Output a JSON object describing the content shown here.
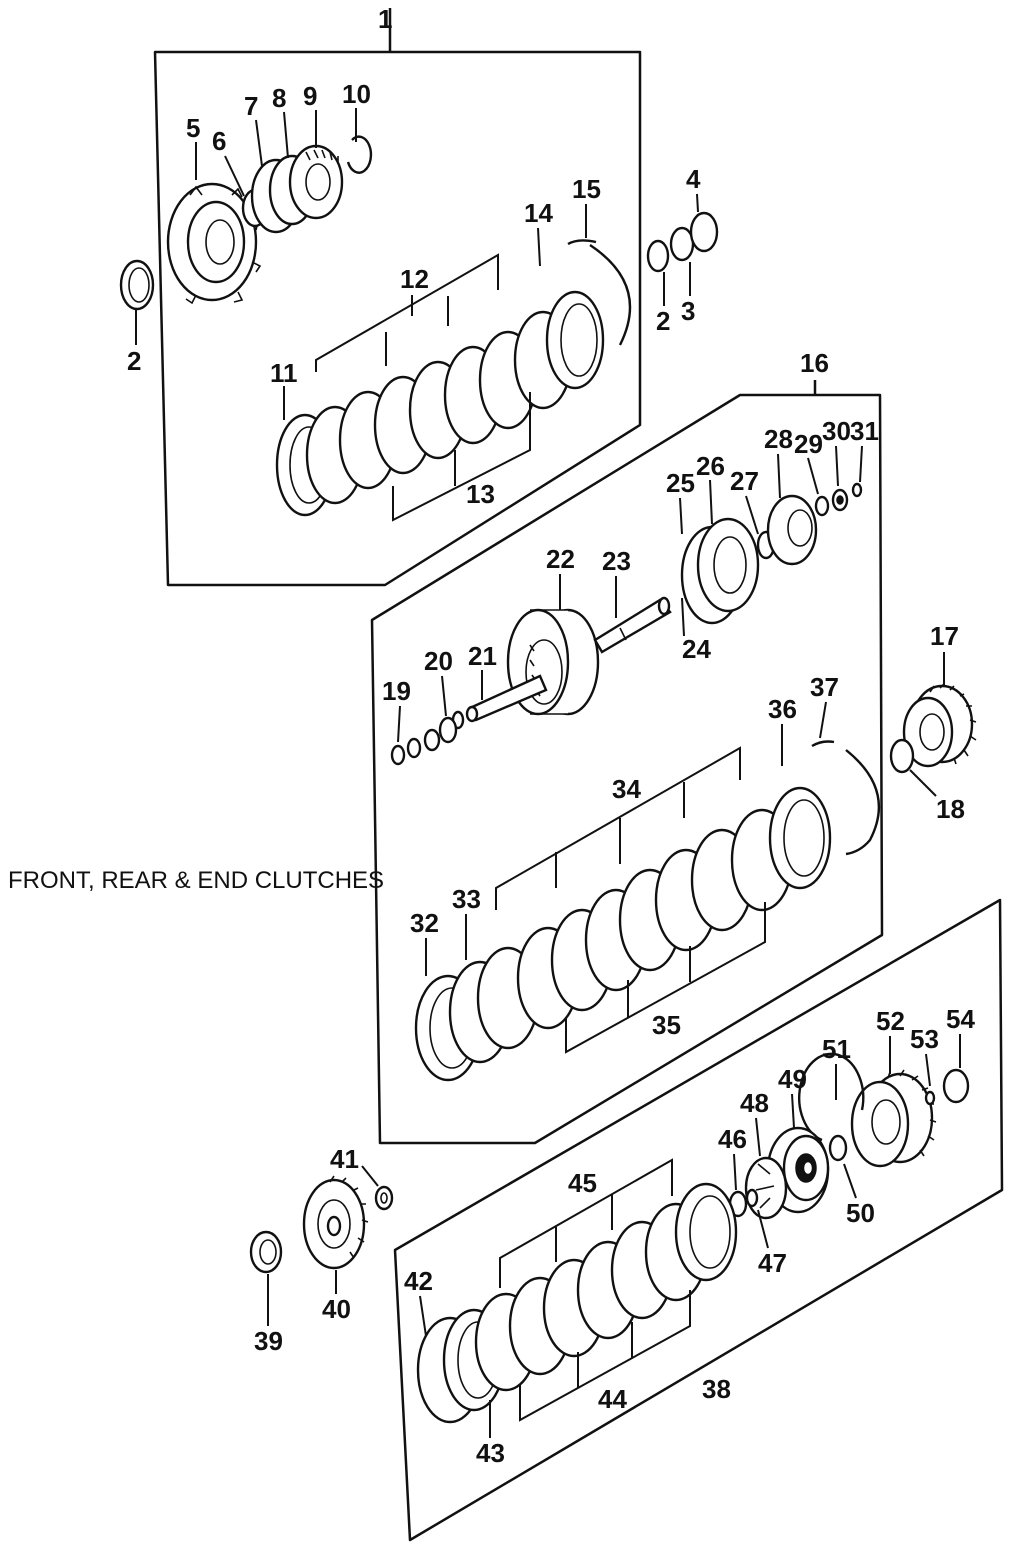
{
  "caption": "FRONT, REAR & END CLUTCHES",
  "callouts": {
    "n1": "1",
    "n2a": "2",
    "n2b": "2",
    "n3": "3",
    "n4": "4",
    "n5": "5",
    "n6": "6",
    "n7": "7",
    "n8": "8",
    "n9": "9",
    "n10": "10",
    "n11": "11",
    "n12": "12",
    "n13": "13",
    "n14": "14",
    "n15": "15",
    "n16": "16",
    "n17": "17",
    "n18": "18",
    "n19": "19",
    "n20": "20",
    "n21": "21",
    "n22": "22",
    "n23": "23",
    "n24": "24",
    "n25": "25",
    "n26": "26",
    "n27": "27",
    "n28": "28",
    "n29": "29",
    "n30": "30",
    "n31": "31",
    "n32": "32",
    "n33": "33",
    "n34": "34",
    "n35": "35",
    "n36": "36",
    "n37": "37",
    "n38": "38",
    "n39": "39",
    "n40": "40",
    "n41": "41",
    "n42": "42",
    "n43": "43",
    "n44": "44",
    "n45": "45",
    "n46": "46",
    "n47": "47",
    "n48": "48",
    "n49": "49",
    "n50": "50",
    "n51": "51",
    "n52": "52",
    "n53": "53",
    "n54": "54"
  }
}
